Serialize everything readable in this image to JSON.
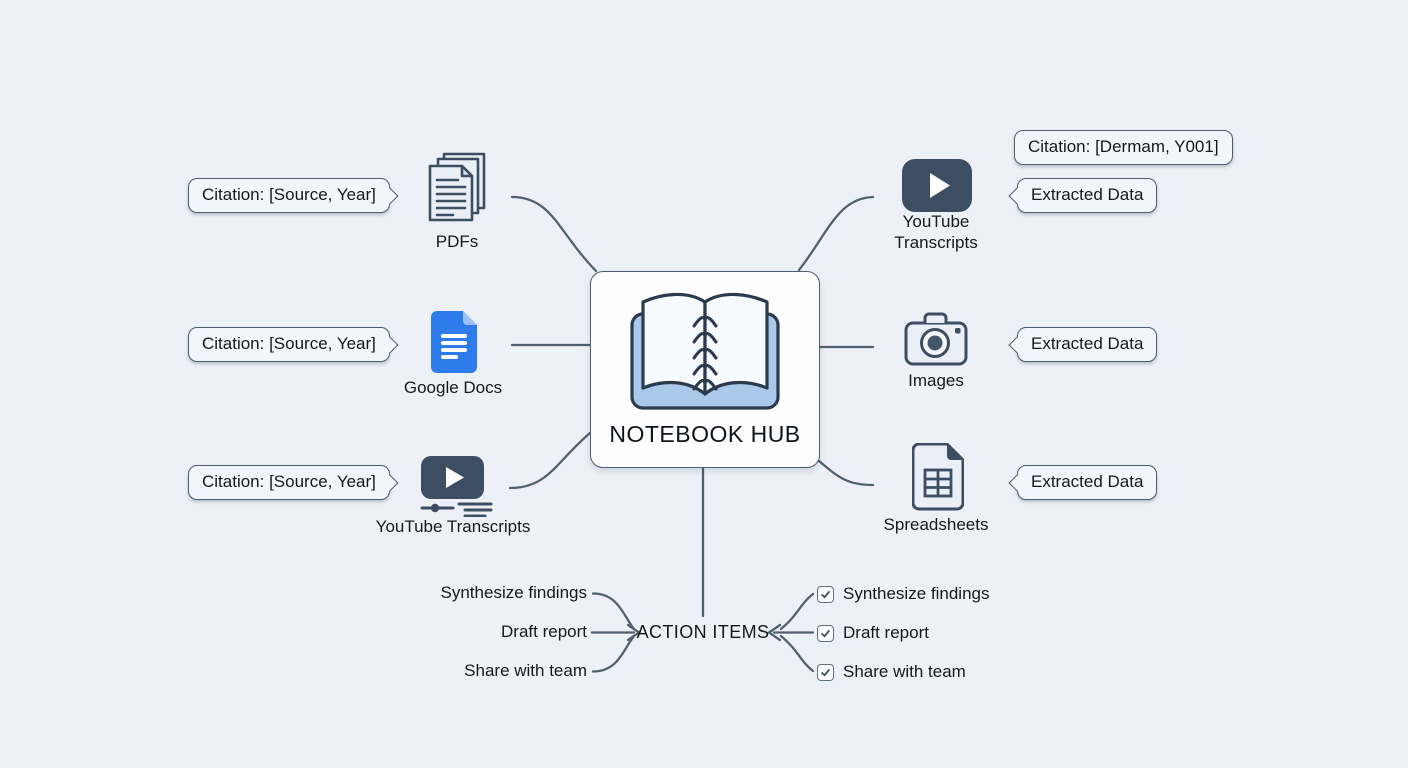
{
  "colors": {
    "background": "#edf1f7",
    "connector": "#51606f",
    "node_border": "#4e5d6f",
    "bubble_fill": "#f1f6fb",
    "slate_icon": "#3d4e63",
    "google_docs_blue": "#2e7cec",
    "book_cover_blue": "#aac8ea"
  },
  "hub": {
    "title": "NOTEBOOK HUB",
    "icon": "open-book-icon"
  },
  "left_sources": [
    {
      "label": "PDFs",
      "icon": "pdf-stack-icon",
      "citation": "Citation: [Source, Year]"
    },
    {
      "label": "Google Docs",
      "icon": "google-docs-icon",
      "citation": "Citation: [Source, Year]"
    },
    {
      "label": "YouTube Transcripts",
      "icon": "youtube-transcript-icon",
      "citation": "Citation: [Source, Year]"
    }
  ],
  "right_sources": [
    {
      "label_line1": "YouTube",
      "label_line2": "Transcripts",
      "icon": "youtube-play-icon",
      "citation": "Citation: [Dermam, Y001]",
      "extracted": "Extracted Data"
    },
    {
      "label": "Images",
      "icon": "camera-icon",
      "extracted": "Extracted Data"
    },
    {
      "label": "Spreadsheets",
      "icon": "spreadsheet-icon",
      "extracted": "Extracted Data"
    }
  ],
  "action_items": {
    "title": "ACTION ITEMS",
    "planned": [
      "Synthesize findings",
      "Draft report",
      "Share with team"
    ],
    "completed": [
      {
        "label": "Synthesize findings",
        "checked": true
      },
      {
        "label": "Draft report",
        "checked": true
      },
      {
        "label": "Share with team",
        "checked": true
      }
    ]
  }
}
